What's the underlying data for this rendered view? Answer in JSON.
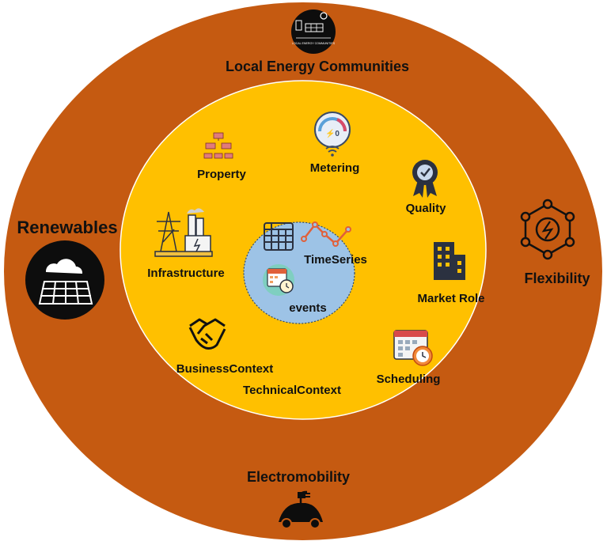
{
  "rings": {
    "outer": {
      "color": "#c55a11",
      "labels": {
        "top": "Local Energy Communities",
        "left": "Renewables",
        "right": "Flexibility",
        "bottom": "Electromobility"
      }
    },
    "middle": {
      "color": "#ffc000",
      "labels": {
        "property": "Property",
        "metering": "Metering",
        "quality": "Quality",
        "infrastructure": "Infrastructure",
        "market_role": "Market Role",
        "business_context": "BusinessContext",
        "technical_context": "TechnicalContext",
        "scheduling": "Scheduling"
      }
    },
    "inner": {
      "color": "#9dc3e6",
      "labels": {
        "timeseries": "TimeSeries",
        "events": "events"
      }
    }
  },
  "icons": {
    "lec_badge_text": "LOCAL ENERGY COMMUNITIES",
    "icon_names": [
      "community-icon",
      "solar-panel-icon",
      "flexibility-icon",
      "ev-car-icon",
      "network-icon",
      "meter-gauge-icon",
      "quality-badge-icon",
      "power-plant-icon",
      "building-icon",
      "handshake-icon",
      "schedule-calendar-icon",
      "grid-table-icon",
      "line-chart-icon",
      "event-calendar-icon"
    ]
  }
}
